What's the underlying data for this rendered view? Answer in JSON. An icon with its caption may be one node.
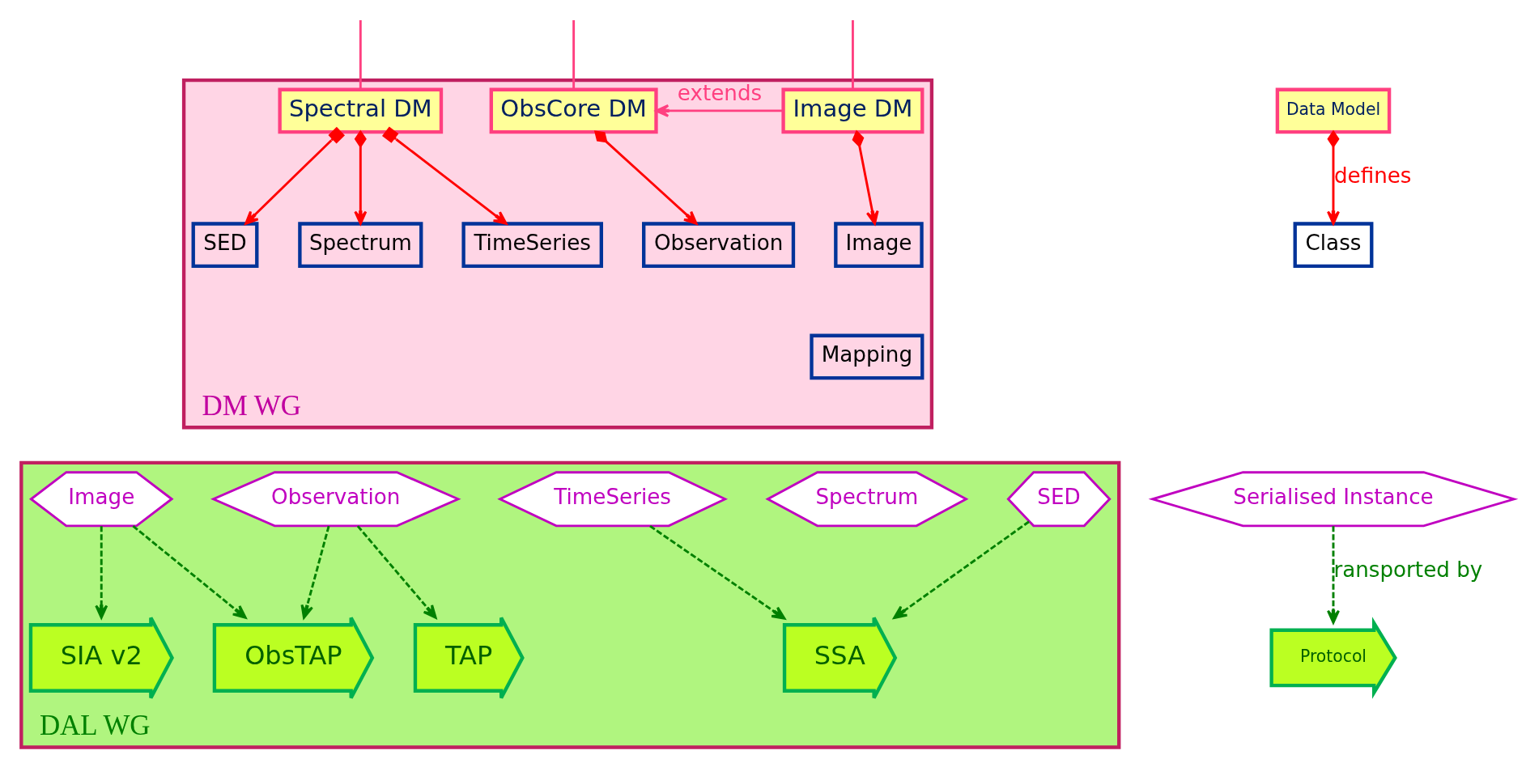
{
  "diagram": {
    "nodes": [
      {
        "text": [
          "DM WG"
        ]
      },
      {
        "text": [
          "Spectral DM"
        ],
        "in": 0
      },
      {
        "text": [
          "ObsCore DM"
        ],
        "in": 0
      },
      {
        "text": [
          "Image DM"
        ],
        "in": 0
      },
      {
        "text": [
          "SED"
        ],
        "in": 0
      },
      {
        "text": [
          "Spectrum"
        ],
        "in": 0
      },
      {
        "text": [
          "TimeSeries"
        ],
        "in": 0
      },
      {
        "text": [
          "Observation"
        ],
        "in": 0
      },
      {
        "text": [
          "Image"
        ],
        "in": 0
      },
      {
        "text": [
          "Mapping"
        ],
        "in": 0
      },
      {
        "text": [
          "DAL WG"
        ]
      },
      {
        "text": [
          "SED"
        ],
        "in": 10
      },
      {
        "text": [
          "Spectrum"
        ],
        "in": 10
      },
      {
        "text": [
          "TimeSeries"
        ],
        "in": 10
      },
      {
        "text": [
          "Observation"
        ],
        "in": 10
      },
      {
        "text": [
          "Image"
        ],
        "in": 10
      },
      {
        "text": [
          "SSA"
        ],
        "in": 10
      },
      {
        "text": [
          "TAP"
        ],
        "in": 10
      },
      {
        "text": [
          "ObsTAP"
        ],
        "in": 10
      },
      {
        "text": [
          "SIA v2"
        ],
        "in": 10
      },
      {
        "text": [
          "Data Model"
        ]
      },
      {
        "text": [
          "Class"
        ]
      },
      {
        "text": [
          "Serialised Instance"
        ]
      },
      {
        "text": [
          "Protocol"
        ]
      }
    ],
    "edges": [
      {
        "from": 20,
        "to": 21,
        "arrow": "to",
        "label": "defines",
        "color": "#ff0000"
      },
      {
        "from": 1,
        "to": 4,
        "arrow": "to",
        "color": "#ff0000"
      },
      {
        "from": 1,
        "to": 5,
        "arrow": "to",
        "color": "#ff0000"
      },
      {
        "from": 1,
        "to": 6,
        "arrow": "to",
        "color": "#ff0000"
      },
      {
        "from": 3,
        "to": 2,
        "arrow": "to",
        "label": "extends",
        "color": "#ff4080"
      },
      {
        "from": 2,
        "to": 7,
        "arrow": "to",
        "color": "#ff0000"
      },
      {
        "from": 3,
        "to": 8,
        "arrow": "to",
        "color": "#ff0000"
      },
      {
        "from": null,
        "to": 1,
        "arrow": "none",
        "color": "#ff4080"
      },
      {
        "from": null,
        "to": 2,
        "arrow": "none",
        "color": "#ff4080"
      },
      {
        "from": null,
        "to": 3,
        "arrow": "none",
        "color": "#ff4080"
      },
      {
        "from": 22,
        "to": 23,
        "arrow": "to",
        "label": "ransported by",
        "style": "dashed",
        "color": "#008000"
      },
      {
        "from": 11,
        "to": 16,
        "arrow": "to",
        "style": "dashed",
        "color": "#008000"
      },
      {
        "from": 13,
        "to": 16,
        "arrow": "to",
        "style": "dashed",
        "color": "#008000"
      },
      {
        "from": 14,
        "to": 17,
        "arrow": "to",
        "style": "dashed",
        "color": "#008000"
      },
      {
        "from": 14,
        "to": 18,
        "arrow": "to",
        "style": "dashed",
        "color": "#008000"
      },
      {
        "from": 15,
        "to": 18,
        "arrow": "to",
        "style": "dashed",
        "color": "#008000"
      },
      {
        "from": 15,
        "to": 19,
        "arrow": "to",
        "style": "dashed",
        "color": "#008000"
      }
    ]
  }
}
